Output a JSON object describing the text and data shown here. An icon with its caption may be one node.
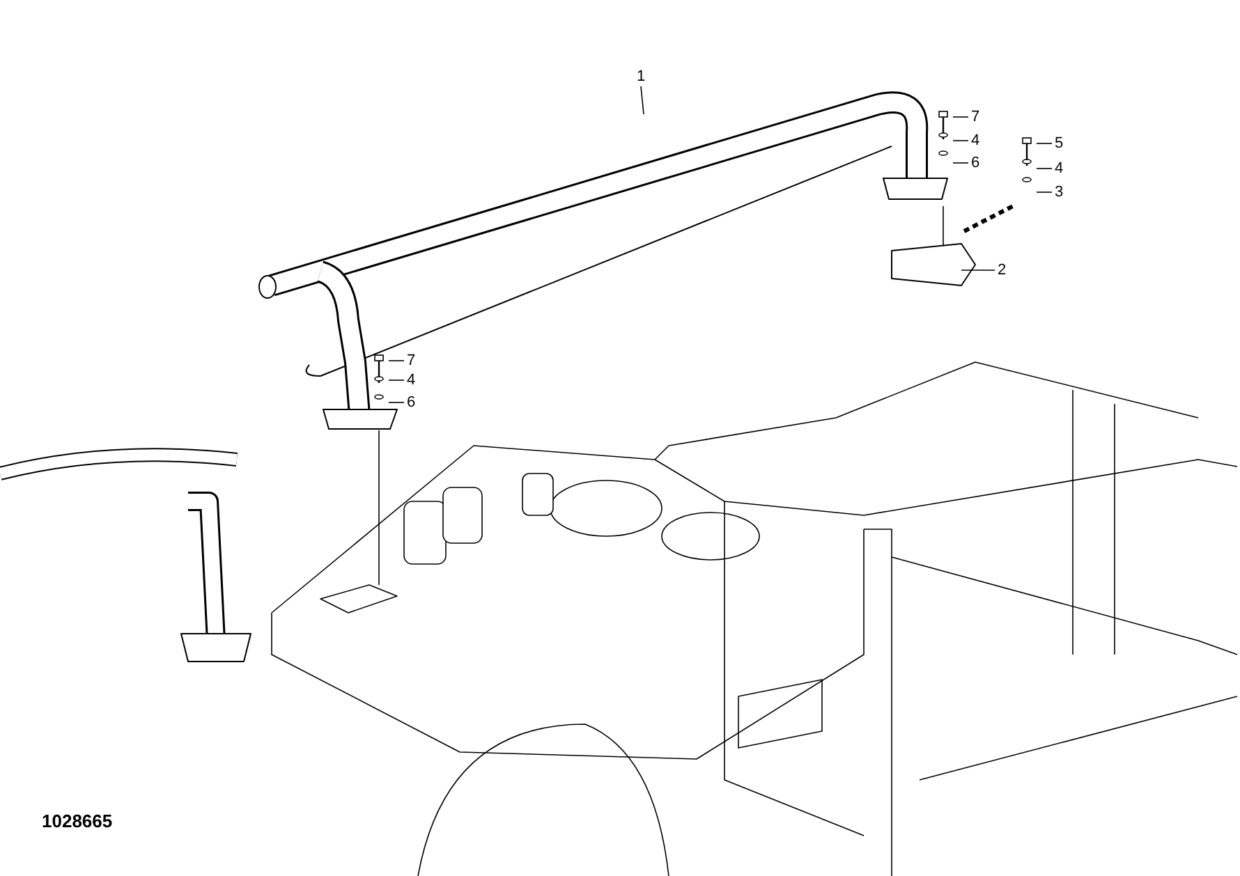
{
  "diagram": {
    "nodes": [
      {
        "text": [
          "1"
        ]
      },
      {
        "text": [
          "7"
        ]
      },
      {
        "text": [
          "4"
        ]
      },
      {
        "text": [
          "6"
        ]
      },
      {
        "text": [
          "5"
        ]
      },
      {
        "text": [
          "4"
        ]
      },
      {
        "text": [
          "3"
        ]
      },
      {
        "text": [
          "2"
        ]
      },
      {
        "text": [
          "7"
        ]
      },
      {
        "text": [
          "4"
        ]
      },
      {
        "text": [
          "6"
        ]
      }
    ],
    "edges": [
      {
        "from": 0,
        "to": null,
        "arrow": "none"
      },
      {
        "from": 1,
        "to": null,
        "arrow": "none"
      },
      {
        "from": 2,
        "to": null,
        "arrow": "none"
      },
      {
        "from": 3,
        "to": null,
        "arrow": "none"
      },
      {
        "from": 4,
        "to": null,
        "arrow": "none"
      },
      {
        "from": 5,
        "to": null,
        "arrow": "none"
      },
      {
        "from": 6,
        "to": null,
        "arrow": "none"
      },
      {
        "from": 7,
        "to": null,
        "arrow": "none"
      },
      {
        "from": 8,
        "to": null,
        "arrow": "none"
      },
      {
        "from": 9,
        "to": null,
        "arrow": "none"
      },
      {
        "from": 10,
        "to": null,
        "arrow": "none"
      }
    ],
    "labels": [
      "1028665"
    ]
  }
}
